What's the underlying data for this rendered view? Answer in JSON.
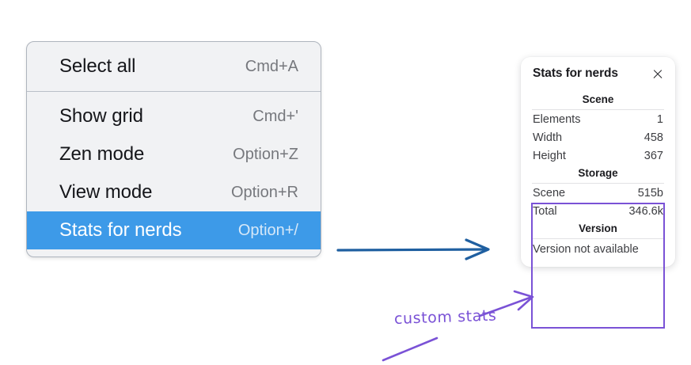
{
  "menu": {
    "groups": [
      {
        "items": [
          {
            "label": "Select all",
            "shortcut": "Cmd+A",
            "selected": false
          }
        ]
      },
      {
        "items": [
          {
            "label": "Show grid",
            "shortcut": "Cmd+'",
            "selected": false
          },
          {
            "label": "Zen mode",
            "shortcut": "Option+Z",
            "selected": false
          },
          {
            "label": "View mode",
            "shortcut": "Option+R",
            "selected": false
          },
          {
            "label": "Stats for nerds",
            "shortcut": "Option+/",
            "selected": true
          }
        ]
      }
    ],
    "selected_color": "#3d9ae8"
  },
  "stats_panel": {
    "title": "Stats for nerds",
    "close_icon": "close-icon",
    "sections": [
      {
        "heading": "Scene",
        "rows": [
          {
            "key": "Elements",
            "value": "1"
          },
          {
            "key": "Width",
            "value": "458"
          },
          {
            "key": "Height",
            "value": "367"
          }
        ]
      },
      {
        "heading": "Storage",
        "rows": [
          {
            "key": "Scene",
            "value": "515b"
          },
          {
            "key": "Total",
            "value": "346.6k"
          }
        ]
      },
      {
        "heading": "Version",
        "note": "Version not available"
      }
    ]
  },
  "annotations": {
    "highlight_color": "#7a52d6",
    "arrow_color": "#1f5fa0",
    "callout_text": "custom stats"
  }
}
